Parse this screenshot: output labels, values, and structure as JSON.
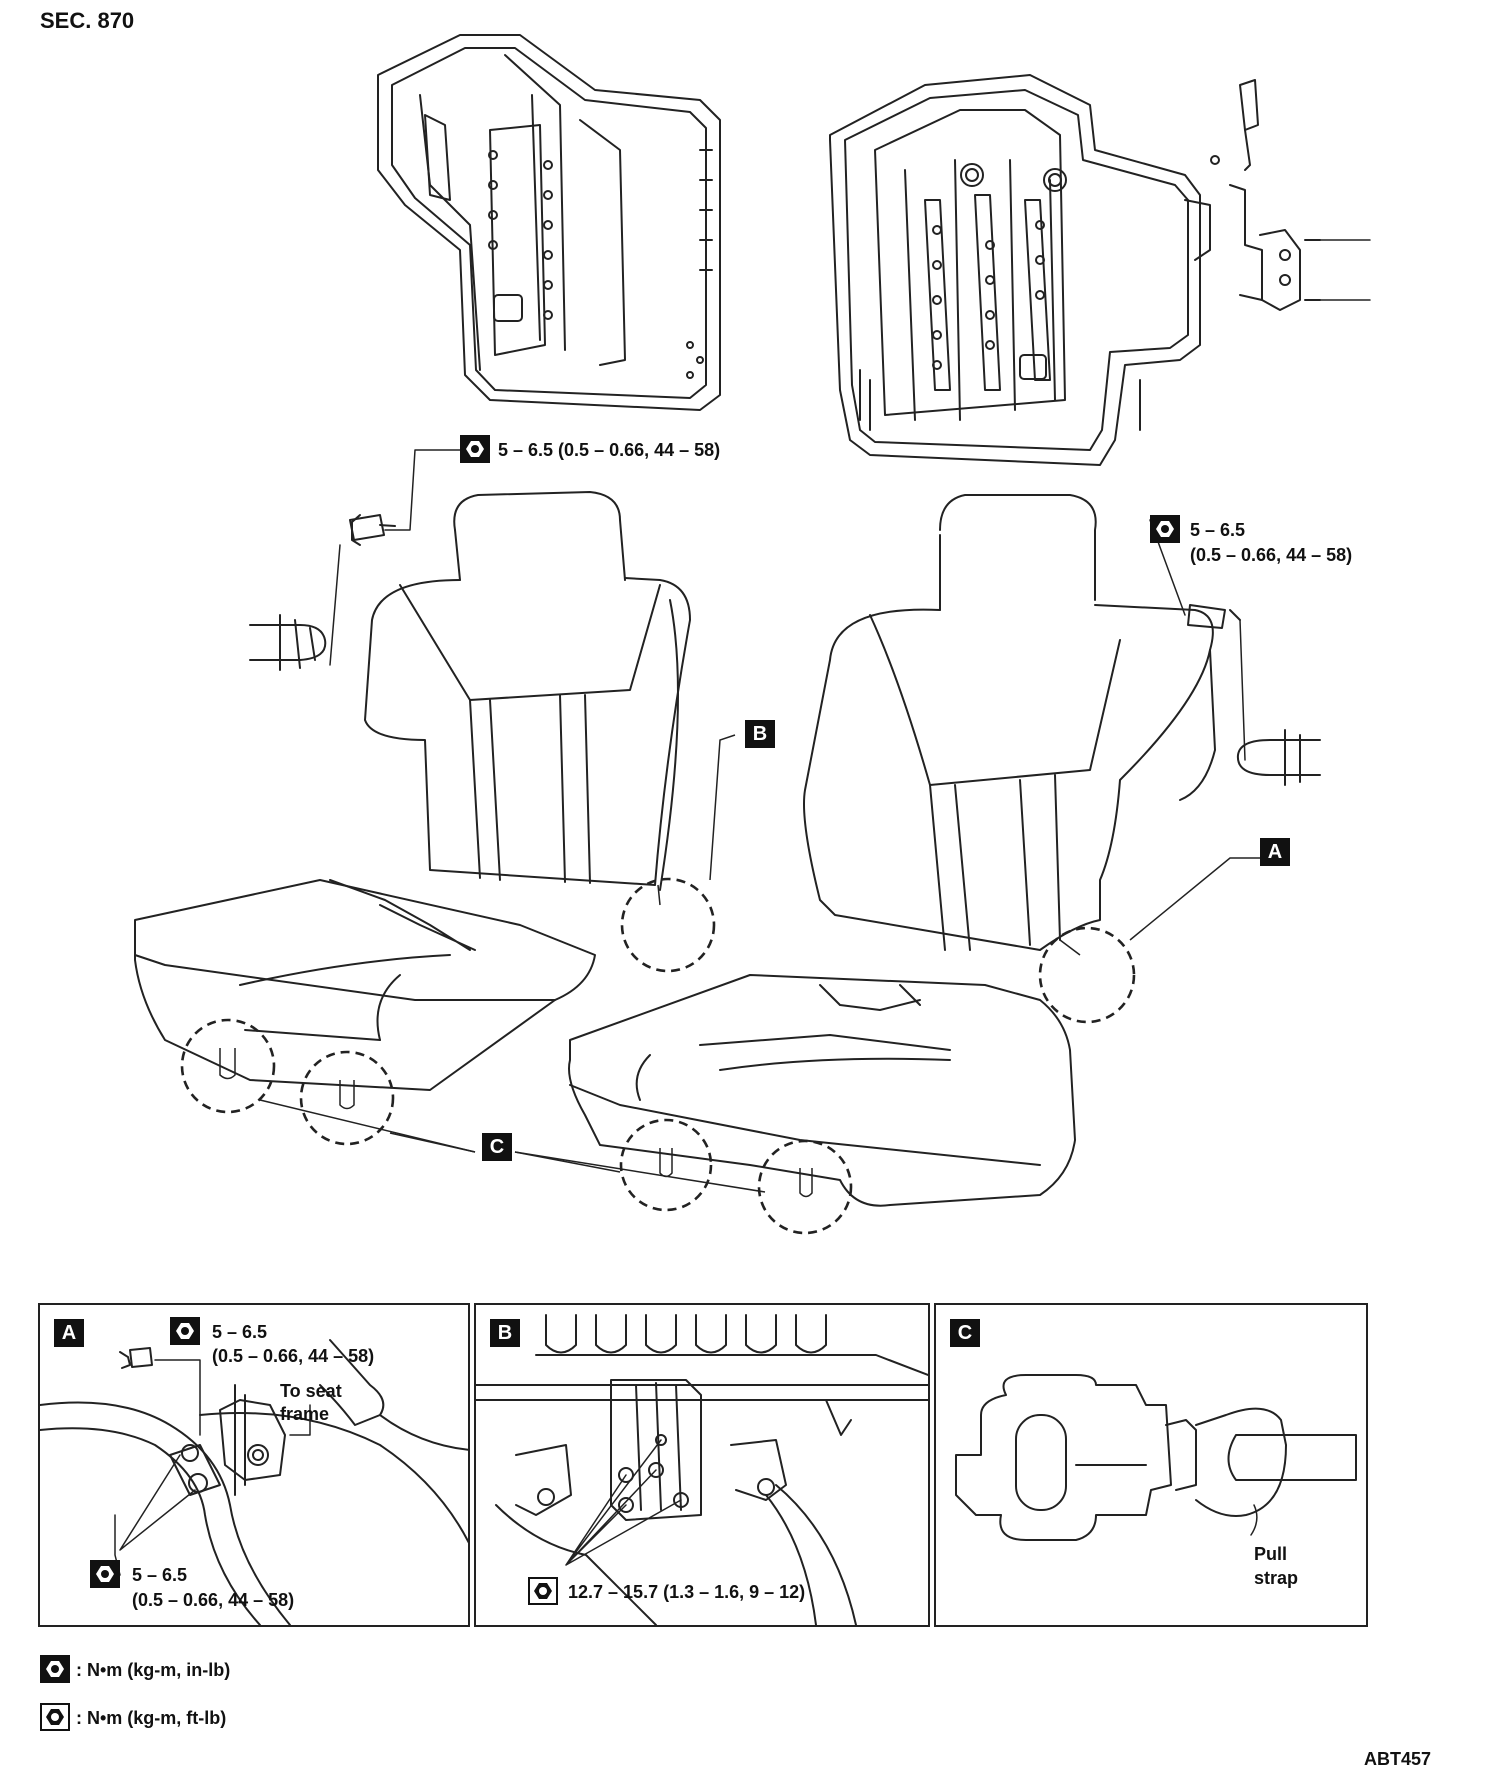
{
  "section": "SEC. 870",
  "diagram_code": "ABT457",
  "callouts": {
    "a": "A",
    "b": "B",
    "c": "C"
  },
  "torques": {
    "left_top": "5 – 6.5 (0.5 – 0.66, 44 – 58)",
    "right_line1": "5 – 6.5",
    "right_line2": "(0.5 – 0.66, 44 – 58)",
    "detail_a_top_line1": "5 – 6.5",
    "detail_a_top_line2": "(0.5 – 0.66, 44 – 58)",
    "detail_a_bottom_line1": "5 – 6.5",
    "detail_a_bottom_line2": "(0.5 – 0.66, 44 – 58)",
    "detail_b": "12.7 – 15.7 (1.3  – 1.6, 9 – 12)"
  },
  "detail_labels": {
    "to_seat_frame_line1": "To seat",
    "to_seat_frame_line2": "frame",
    "pull_strap_line1": "Pull",
    "pull_strap_line2": "strap"
  },
  "legend": {
    "in_lb": ": N•m (kg-m, in-lb)",
    "ft_lb": ": N•m (kg-m, ft-lb)"
  }
}
